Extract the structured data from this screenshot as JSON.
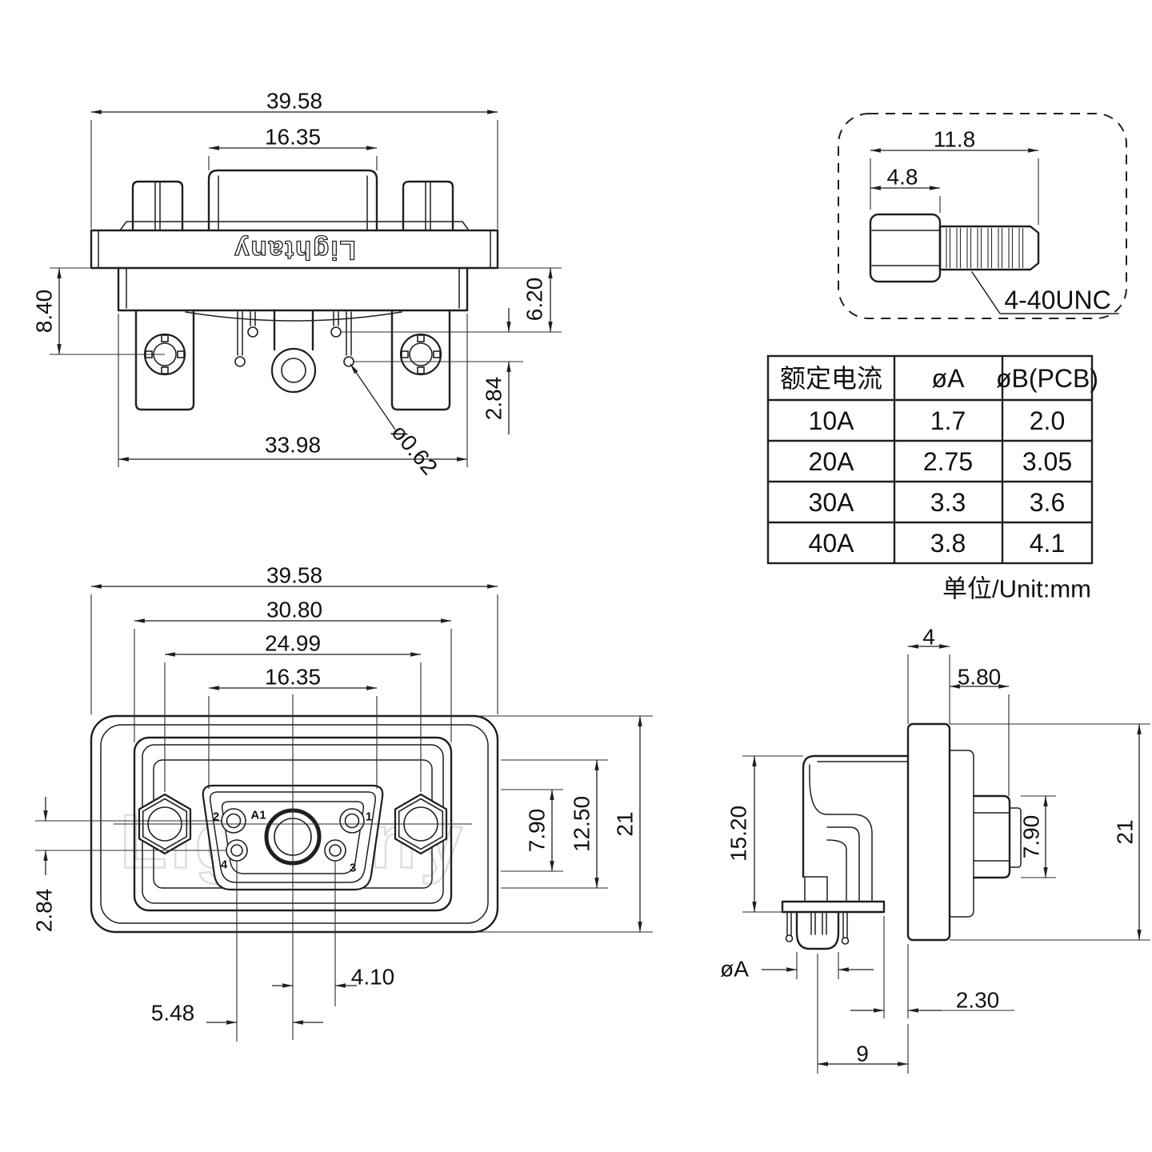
{
  "brand": {
    "flange_logo": "Lightany",
    "watermark": "Lightany"
  },
  "top_view": {
    "dim_total_width": "39.58",
    "dim_insert_width": "16.35",
    "dim_flange_to_hole": "8.40",
    "dim_flange_to_pin": "6.20",
    "dim_pin_row_offset": "2.84",
    "dim_shell_width": "33.98",
    "dim_signal_pin_dia": "ø0.62"
  },
  "front_view": {
    "dim_total_width": "39.58",
    "dim_gasket_width": "30.80",
    "dim_screw_spacing": "24.99",
    "dim_insert_width": "16.35",
    "dim_pin_row_offset": "2.84",
    "dim_insert_height": "7.90",
    "dim_panel_height": "12.50",
    "dim_total_height": "21",
    "dim_pin3_offset": "4.10",
    "dim_pin4_offset": "5.48",
    "pins": {
      "p1": "1",
      "p2": "2",
      "p3": "3",
      "p4": "4",
      "a1": "A1"
    }
  },
  "side_view": {
    "dim_flange_thickness": "4",
    "dim_rear_depth": "5.80",
    "dim_shell_height": "15.20",
    "dim_contact_height": "7.90",
    "dim_total_height": "21",
    "dim_pin_dia": "øA",
    "dim_pin_to_flange": "2.30",
    "dim_pin_depth": "9"
  },
  "screw_detail": {
    "dim_total_length": "11.8",
    "dim_head_length": "4.8",
    "thread_spec": "4-40UNC"
  },
  "spec_table": {
    "headers": [
      "额定电流",
      "øA",
      "øB(PCB)"
    ],
    "rows": [
      [
        "10A",
        "1.7",
        "2.0"
      ],
      [
        "20A",
        "2.75",
        "3.05"
      ],
      [
        "30A",
        "3.3",
        "3.6"
      ],
      [
        "40A",
        "3.8",
        "4.1"
      ]
    ],
    "unit_note": "单位/Unit:mm"
  }
}
